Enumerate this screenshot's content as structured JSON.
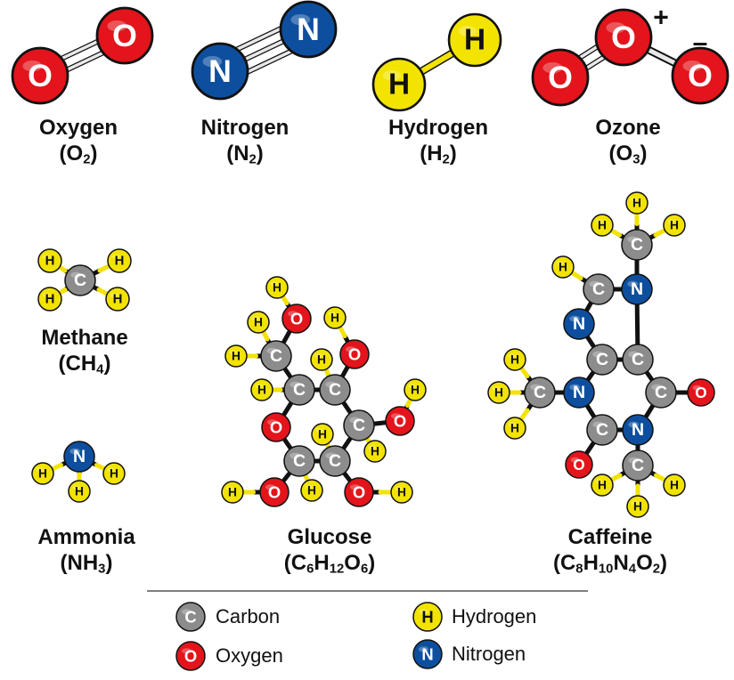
{
  "colors": {
    "carbon": "#8c8c8c",
    "oxygen": "#e3141b",
    "hydrogen": "#f2e300",
    "nitrogen": "#0d4f9e",
    "outline": "#111111"
  },
  "atom_letters": {
    "carbon": "C",
    "oxygen": "O",
    "hydrogen": "H",
    "nitrogen": "N"
  },
  "ozone_charges": {
    "plus": "+",
    "minus": "–"
  },
  "molecules": {
    "oxygen": {
      "name": "Oxygen",
      "formula": [
        [
          "(O",
          ""
        ],
        [
          "2",
          "sub"
        ],
        [
          ")",
          ""
        ]
      ]
    },
    "nitrogen": {
      "name": "Nitrogen",
      "formula": [
        [
          "(N",
          ""
        ],
        [
          "2",
          "sub"
        ],
        [
          ")",
          ""
        ]
      ]
    },
    "hydrogen": {
      "name": "Hydrogen",
      "formula": [
        [
          "(H",
          ""
        ],
        [
          "2",
          "sub"
        ],
        [
          ")",
          ""
        ]
      ]
    },
    "ozone": {
      "name": "Ozone",
      "formula": [
        [
          "(O",
          ""
        ],
        [
          "3",
          "sub"
        ],
        [
          ")",
          ""
        ]
      ]
    },
    "methane": {
      "name": "Methane",
      "formula": [
        [
          "(CH",
          ""
        ],
        [
          "4",
          "sub"
        ],
        [
          ")",
          ""
        ]
      ]
    },
    "ammonia": {
      "name": "Ammonia",
      "formula": [
        [
          "(NH",
          ""
        ],
        [
          "3",
          "sub"
        ],
        [
          ")",
          ""
        ]
      ]
    },
    "glucose": {
      "name": "Glucose",
      "formula": [
        [
          "(C",
          ""
        ],
        [
          "6",
          "sub"
        ],
        [
          "H",
          ""
        ],
        [
          "12",
          "sub"
        ],
        [
          "O",
          ""
        ],
        [
          "6",
          "sub"
        ],
        [
          ")",
          ""
        ]
      ]
    },
    "caffeine": {
      "name": "Caffeine",
      "formula": [
        [
          "(C",
          ""
        ],
        [
          "8",
          "sub"
        ],
        [
          "H",
          ""
        ],
        [
          "10",
          "sub"
        ],
        [
          "N",
          ""
        ],
        [
          "4",
          "sub"
        ],
        [
          "O",
          ""
        ],
        [
          "2",
          "sub"
        ],
        [
          ")",
          ""
        ]
      ]
    }
  },
  "legend": {
    "carbon": "Carbon",
    "oxygen": "Oxygen",
    "hydrogen": "Hydrogen",
    "nitrogen": "Nitrogen"
  }
}
